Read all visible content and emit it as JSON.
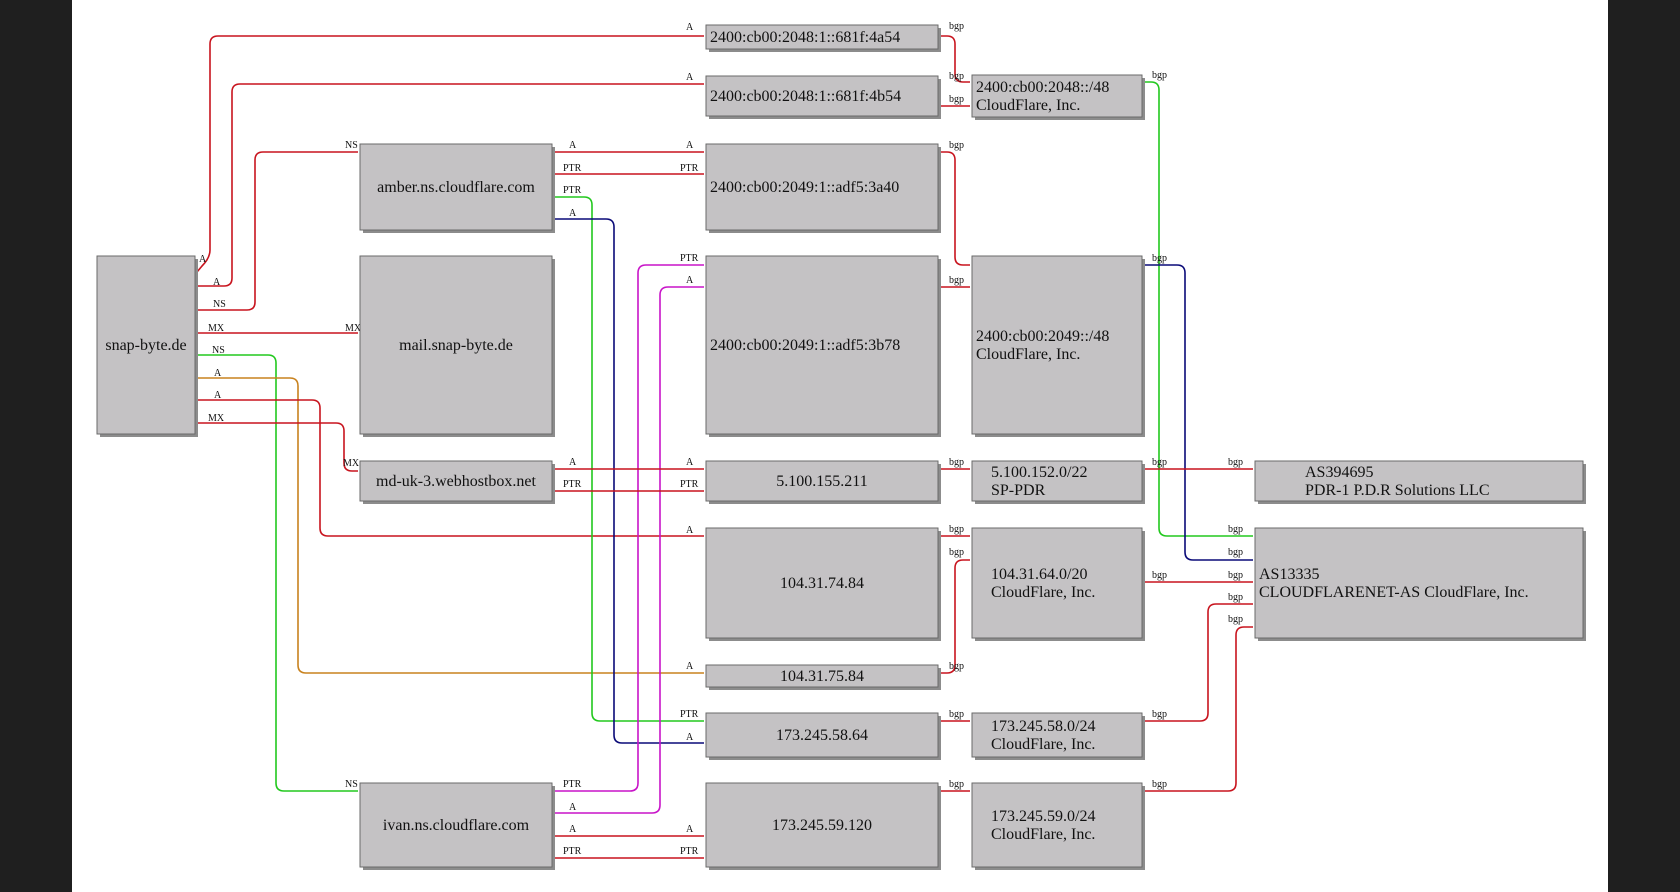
{
  "colors": {
    "red": "#c8141e",
    "green": "#22c81e",
    "blue": "#0a0a78",
    "orange": "#c8821e",
    "magenta": "#c814c8",
    "node_fill": "#c4c2c4"
  },
  "nodes": {
    "snap": [
      "snap-byte.de"
    ],
    "amber": [
      "amber.ns.cloudflare.com"
    ],
    "mail": [
      "mail.snap-byte.de"
    ],
    "mduk": [
      "md-uk-3.webhostbox.net"
    ],
    "ivan": [
      "ivan.ns.cloudflare.com"
    ],
    "ip6a54": [
      "2400:cb00:2048:1::681f:4a54"
    ],
    "ip6b54": [
      "2400:cb00:2048:1::681f:4b54"
    ],
    "ip6a40": [
      "2400:cb00:2049:1::adf5:3a40"
    ],
    "ip6b78": [
      "2400:cb00:2049:1::adf5:3b78"
    ],
    "ip5100": [
      "5.100.155.211"
    ],
    "ip7484": [
      "104.31.74.84"
    ],
    "ip7584": [
      "104.31.75.84"
    ],
    "ip5864": [
      "173.245.58.64"
    ],
    "ip59120": [
      "173.245.59.120"
    ],
    "pfx2048": [
      "2400:cb00:2048::/48",
      "CloudFlare, Inc."
    ],
    "pfx2049": [
      "2400:cb00:2049::/48",
      "CloudFlare, Inc."
    ],
    "pfx5100": [
      "5.100.152.0/22",
      "SP-PDR"
    ],
    "pfx10431": [
      "104.31.64.0/20",
      "CloudFlare, Inc."
    ],
    "pfx58": [
      "173.245.58.0/24",
      "CloudFlare, Inc."
    ],
    "pfx59": [
      "173.245.59.0/24",
      "CloudFlare, Inc."
    ],
    "as394695": [
      "AS394695",
      "PDR-1 P.D.R Solutions LLC"
    ],
    "as13335": [
      "AS13335",
      "CLOUDFLARENET-AS CloudFlare, Inc."
    ]
  },
  "edges": [
    {
      "id": "snap-a54",
      "color": "red",
      "labels": [
        "A",
        "A"
      ]
    },
    {
      "id": "snap-b54",
      "color": "red",
      "labels": [
        "A",
        "A"
      ]
    },
    {
      "id": "snap-amber",
      "color": "red",
      "labels": [
        "NS",
        "NS"
      ]
    },
    {
      "id": "snap-mail",
      "color": "red",
      "labels": [
        "MX",
        "MX"
      ]
    },
    {
      "id": "snap-ivan",
      "color": "green",
      "labels": [
        "NS",
        "NS"
      ]
    },
    {
      "id": "snap-7584",
      "color": "orange",
      "labels": [
        "A",
        "A"
      ]
    },
    {
      "id": "snap-7484",
      "color": "red",
      "labels": [
        "A",
        "A"
      ]
    },
    {
      "id": "snap-mduk",
      "color": "red",
      "labels": [
        "MX",
        "MX"
      ]
    },
    {
      "id": "amber-a40-a",
      "color": "red",
      "labels": [
        "A",
        "A"
      ]
    },
    {
      "id": "amber-a40-ptr",
      "color": "red",
      "labels": [
        "PTR",
        "PTR"
      ]
    },
    {
      "id": "amber-5864-ptr",
      "color": "green",
      "labels": [
        "PTR",
        "PTR"
      ]
    },
    {
      "id": "amber-5864-a",
      "color": "blue",
      "labels": [
        "A",
        "A"
      ]
    },
    {
      "id": "ivan-b78-ptr",
      "color": "magenta",
      "labels": [
        "PTR",
        "PTR"
      ]
    },
    {
      "id": "ivan-b78-a",
      "color": "magenta",
      "labels": [
        "A",
        "A"
      ]
    },
    {
      "id": "ivan-59120-a",
      "color": "red",
      "labels": [
        "A",
        "A"
      ]
    },
    {
      "id": "ivan-59120-ptr",
      "color": "red",
      "labels": [
        "PTR",
        "PTR"
      ]
    },
    {
      "id": "mduk-5100-a",
      "color": "red",
      "labels": [
        "A",
        "A"
      ]
    },
    {
      "id": "mduk-5100-ptr",
      "color": "red",
      "labels": [
        "PTR",
        "PTR"
      ]
    },
    {
      "id": "a54-pfx",
      "color": "red",
      "labels": [
        "bgp"
      ]
    },
    {
      "id": "b54-pfx",
      "color": "red",
      "labels": [
        "bgp",
        "bgp"
      ]
    },
    {
      "id": "a40-pfx",
      "color": "red",
      "labels": [
        "bgp"
      ]
    },
    {
      "id": "b78-pfx",
      "color": "red",
      "labels": [
        "bgp"
      ]
    },
    {
      "id": "5100-pfx",
      "color": "red",
      "labels": [
        "bgp"
      ]
    },
    {
      "id": "7484-pfx",
      "color": "red",
      "labels": [
        "bgp",
        "bgp"
      ]
    },
    {
      "id": "7584-pfx",
      "color": "red",
      "labels": [
        "bgp",
        "bgp"
      ]
    },
    {
      "id": "5864-pfx",
      "color": "red",
      "labels": [
        "bgp"
      ]
    },
    {
      "id": "59120-pfx",
      "color": "red",
      "labels": [
        "bgp"
      ]
    },
    {
      "id": "pfx2048-as",
      "color": "green",
      "labels": [
        "bgp",
        "bgp"
      ]
    },
    {
      "id": "pfx2049-as",
      "color": "blue",
      "labels": [
        "bgp",
        "bgp"
      ]
    },
    {
      "id": "pfx5100-as",
      "color": "red",
      "labels": [
        "bgp",
        "bgp"
      ]
    },
    {
      "id": "pfx10431-as",
      "color": "red",
      "labels": [
        "bgp",
        "bgp"
      ]
    },
    {
      "id": "pfx58-as",
      "color": "red",
      "labels": [
        "bgp",
        "bgp"
      ]
    },
    {
      "id": "pfx59-as",
      "color": "red",
      "labels": [
        "bgp",
        "bgp"
      ]
    }
  ]
}
